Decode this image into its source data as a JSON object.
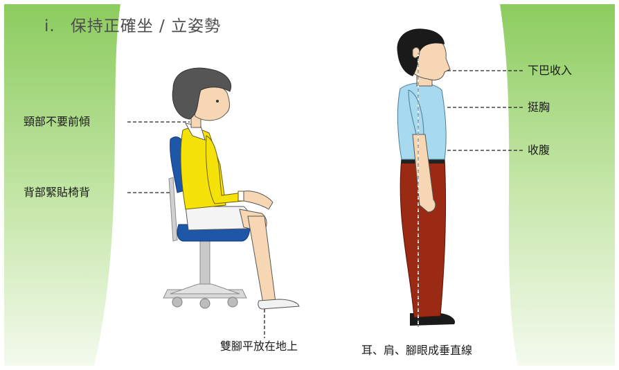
{
  "title": {
    "number": "i.",
    "text": "保持正確坐 / 立姿勢"
  },
  "sitting": {
    "labels": {
      "neck": "頸部不要前傾",
      "back": "背部緊貼椅背",
      "feet": "雙腳平放在地上"
    }
  },
  "standing": {
    "labels": {
      "chin": "下巴收入",
      "chest": "挺胸",
      "abdomen": "收腹",
      "alignment": "耳、肩、腳眼成垂直線"
    }
  },
  "colors": {
    "green": "#8ccc5f",
    "shirt_sitting": "#f5e20a",
    "chair_seat": "#1e56a8",
    "shirt_standing": "#a7d9ef",
    "trousers": "#9a2a14",
    "skin": "#f7d6b3"
  }
}
